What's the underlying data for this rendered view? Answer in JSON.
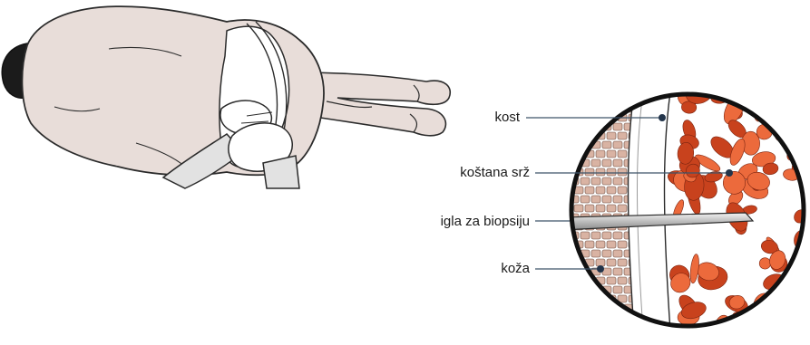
{
  "labels": {
    "bone": "kost",
    "bone_marrow": "koštana srž",
    "biopsy_needle": "igla za biopsiju",
    "skin": "koža"
  },
  "colors": {
    "body_fill": "#e8ddd9",
    "outline": "#2b2b2b",
    "marrow_dark": "#c8421d",
    "marrow_light": "#ec6a3c",
    "skin_layer": "#d9b3a3",
    "leader_line": "#3f5469",
    "leader_dot": "#22344a",
    "magnifier_rim": "#111111"
  }
}
